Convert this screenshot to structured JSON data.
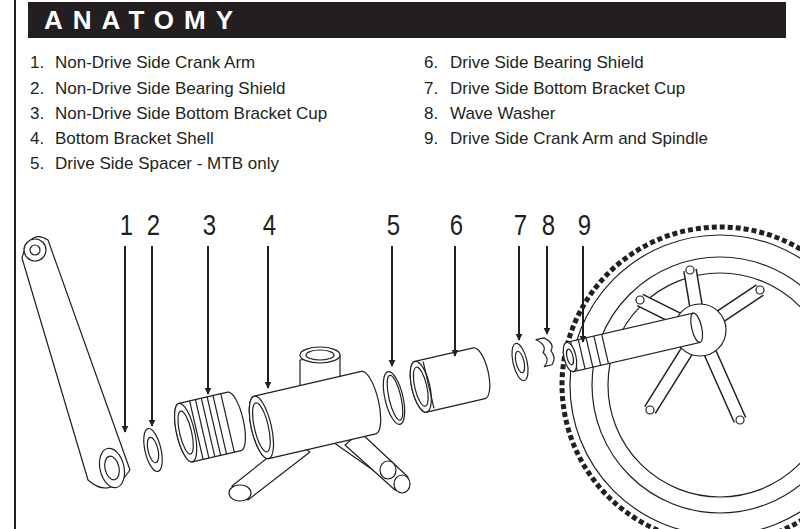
{
  "diagram": {
    "title": "ANATOMY",
    "labels": [
      "1.",
      "Non-Drive Side Crank Arm",
      "2.",
      "Non-Drive Side Bearing Shield",
      "3.",
      "Non-Drive Side Bottom Bracket Cup",
      "4.",
      "Bottom Bracket Shell",
      "5.",
      "Drive Side Spacer - MTB only",
      "6.",
      "Drive Side Bearing Shield",
      "7.",
      "Drive Side Bottom Bracket Cup",
      "8.",
      "Wave Washer",
      "9.",
      "Drive Side Crank Arm and Spindle",
      "1",
      "2",
      "3",
      "4",
      "5",
      "6",
      "7",
      "8",
      "9"
    ]
  }
}
